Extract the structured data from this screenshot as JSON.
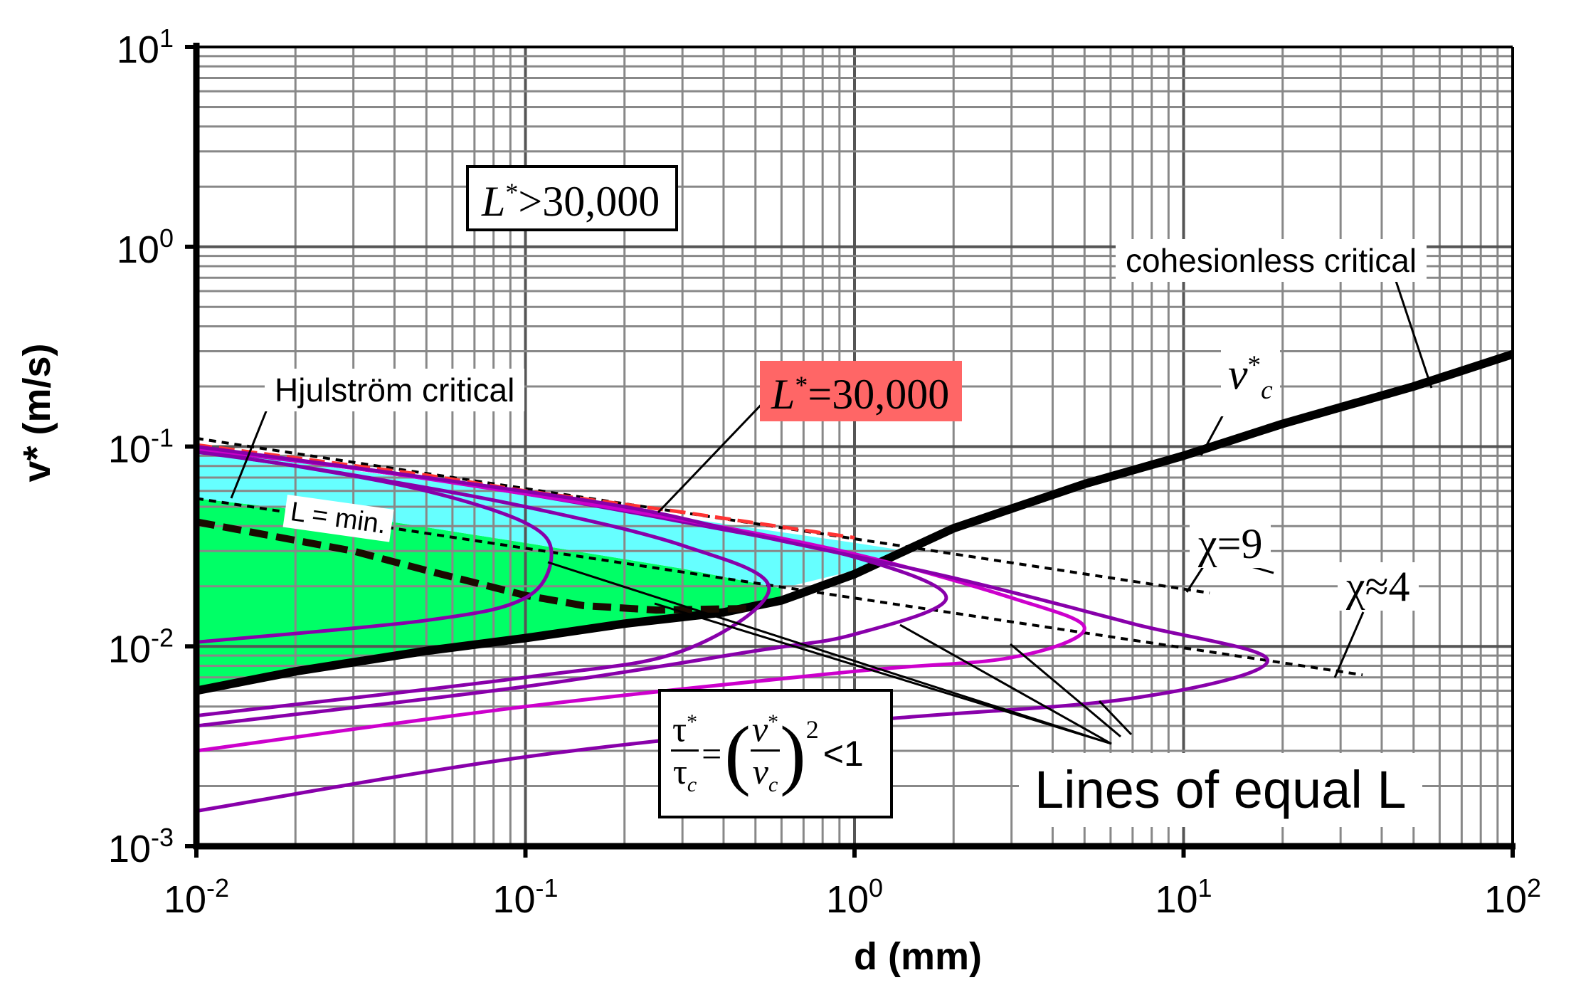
{
  "chart_data": {
    "type": "line",
    "xlabel": "d (mm)",
    "ylabel": "v* (m/s)",
    "x_scale": "log",
    "y_scale": "log",
    "xlim": [
      0.01,
      100
    ],
    "ylim": [
      0.001,
      10
    ],
    "grid": true,
    "x_ticks": [
      {
        "base": "10",
        "exp": "-2",
        "value": 0.01
      },
      {
        "base": "10",
        "exp": "-1",
        "value": 0.1
      },
      {
        "base": "10",
        "exp": "0",
        "value": 1
      },
      {
        "base": "10",
        "exp": "1",
        "value": 10
      },
      {
        "base": "10",
        "exp": "2",
        "value": 100
      }
    ],
    "y_ticks": [
      {
        "base": "10",
        "exp": "-3",
        "value": 0.001
      },
      {
        "base": "10",
        "exp": "-2",
        "value": 0.01
      },
      {
        "base": "10",
        "exp": "-1",
        "value": 0.1
      },
      {
        "base": "10",
        "exp": "0",
        "value": 1
      },
      {
        "base": "10",
        "exp": "1",
        "value": 10
      }
    ],
    "regions": [
      {
        "name": "green",
        "color": "#00ff66",
        "x": [
          0.01,
          0.02,
          0.05,
          0.1,
          0.2,
          0.4,
          0.6,
          0.6,
          0.3,
          0.1,
          0.03,
          0.01
        ],
        "y": [
          0.006,
          0.0075,
          0.0095,
          0.011,
          0.013,
          0.0148,
          0.017,
          0.0195,
          0.0245,
          0.033,
          0.045,
          0.055
        ]
      },
      {
        "name": "cyan",
        "color": "#66ffff",
        "x": [
          0.01,
          0.03,
          0.1,
          0.3,
          1.0,
          1.45,
          1.0,
          0.6,
          0.3,
          0.1,
          0.03,
          0.01
        ],
        "y": [
          0.1,
          0.076,
          0.058,
          0.044,
          0.033,
          0.03,
          0.024,
          0.0195,
          0.0245,
          0.033,
          0.045,
          0.055
        ]
      }
    ],
    "series": [
      {
        "style": "solid-black-thick",
        "color": "#000000",
        "x": [
          0.01,
          0.02,
          0.05,
          0.1,
          0.2,
          0.4,
          0.6,
          1.0,
          2.0,
          5.0,
          10,
          20,
          50,
          100
        ],
        "y": [
          0.006,
          0.0075,
          0.0095,
          0.011,
          0.013,
          0.0148,
          0.017,
          0.023,
          0.039,
          0.065,
          0.09,
          0.13,
          0.2,
          0.29
        ]
      },
      {
        "style": "dashed-black-thick",
        "color": "#000000",
        "x": [
          0.01,
          0.03,
          0.05,
          0.1,
          0.15,
          0.25,
          0.5
        ],
        "y": [
          0.042,
          0.03,
          0.024,
          0.018,
          0.016,
          0.0152,
          0.0155
        ]
      },
      {
        "style": "dotted-black",
        "color": "#000000",
        "x": [
          0.01,
          12
        ],
        "y": [
          0.11,
          0.0185
        ]
      },
      {
        "style": "dotted-black",
        "color": "#000000",
        "x": [
          0.01,
          35
        ],
        "y": [
          0.055,
          0.0072
        ]
      },
      {
        "style": "dashed-red",
        "color": "#ff3333",
        "x": [
          0.01,
          0.05,
          0.1,
          0.3,
          1.0
        ],
        "y": [
          0.102,
          0.072,
          0.06,
          0.047,
          0.035
        ]
      },
      {
        "style": "curve-purple",
        "color": "#8800aa",
        "x": [
          0.01,
          0.05,
          0.1,
          0.12,
          0.1,
          0.05,
          0.02,
          0.01
        ],
        "y": [
          0.0105,
          0.0135,
          0.0175,
          0.029,
          0.0415,
          0.06,
          0.08,
          0.094
        ]
      },
      {
        "style": "curve-purple",
        "color": "#8800aa",
        "x": [
          0.01,
          0.1,
          0.3,
          0.55,
          0.3,
          0.1,
          0.03,
          0.01
        ],
        "y": [
          0.0045,
          0.007,
          0.0095,
          0.0195,
          0.032,
          0.05,
          0.072,
          0.095
        ]
      },
      {
        "style": "curve-purple",
        "color": "#8800aa",
        "x": [
          0.01,
          0.1,
          0.5,
          1.0,
          1.9,
          1.0,
          0.3,
          0.1,
          0.03,
          0.01
        ],
        "y": [
          0.004,
          0.0063,
          0.0095,
          0.0115,
          0.0175,
          0.028,
          0.042,
          0.058,
          0.078,
          0.097
        ]
      },
      {
        "style": "curve-magenta",
        "color": "#cc00cc",
        "x": [
          0.01,
          0.1,
          1.0,
          3.0,
          5.0,
          3.0,
          1.0,
          0.3,
          0.1,
          0.03,
          0.01
        ],
        "y": [
          0.003,
          0.005,
          0.0075,
          0.0088,
          0.0123,
          0.0175,
          0.029,
          0.043,
          0.058,
          0.078,
          0.098
        ]
      },
      {
        "style": "curve-purple",
        "color": "#8800aa",
        "x": [
          0.01,
          0.1,
          1.0,
          7.0,
          18.0,
          7.0,
          2.0,
          0.5,
          0.2,
          0.05,
          0.01
        ],
        "y": [
          0.0015,
          0.0028,
          0.0042,
          0.0055,
          0.0085,
          0.013,
          0.022,
          0.036,
          0.05,
          0.07,
          0.1
        ]
      }
    ],
    "annotations": {
      "l_gt": {
        "L": "L",
        "star": "*",
        "rest": ">30,000"
      },
      "l_eq": {
        "L": "L",
        "star": "*",
        "rest": "=30,000"
      },
      "hjulstrom": "Hjulström critical",
      "cohesionless": "cohesionless critical",
      "lmin": "L = min.",
      "vc": {
        "v": "v",
        "sup": "*",
        "sub": "c"
      },
      "chi9": "χ=9",
      "chi4": "χ≈4",
      "lines_equal": "Lines of equal L",
      "formula": {
        "tau": "τ",
        "star": "*",
        "c": "c",
        "v": "v",
        "exp": "2",
        "rest": "<1"
      }
    },
    "colors": {
      "green": "#00ff66",
      "cyan": "#66ffff",
      "red_box": "#ff6666",
      "purple": "#8800aa",
      "magenta": "#cc00cc"
    }
  }
}
